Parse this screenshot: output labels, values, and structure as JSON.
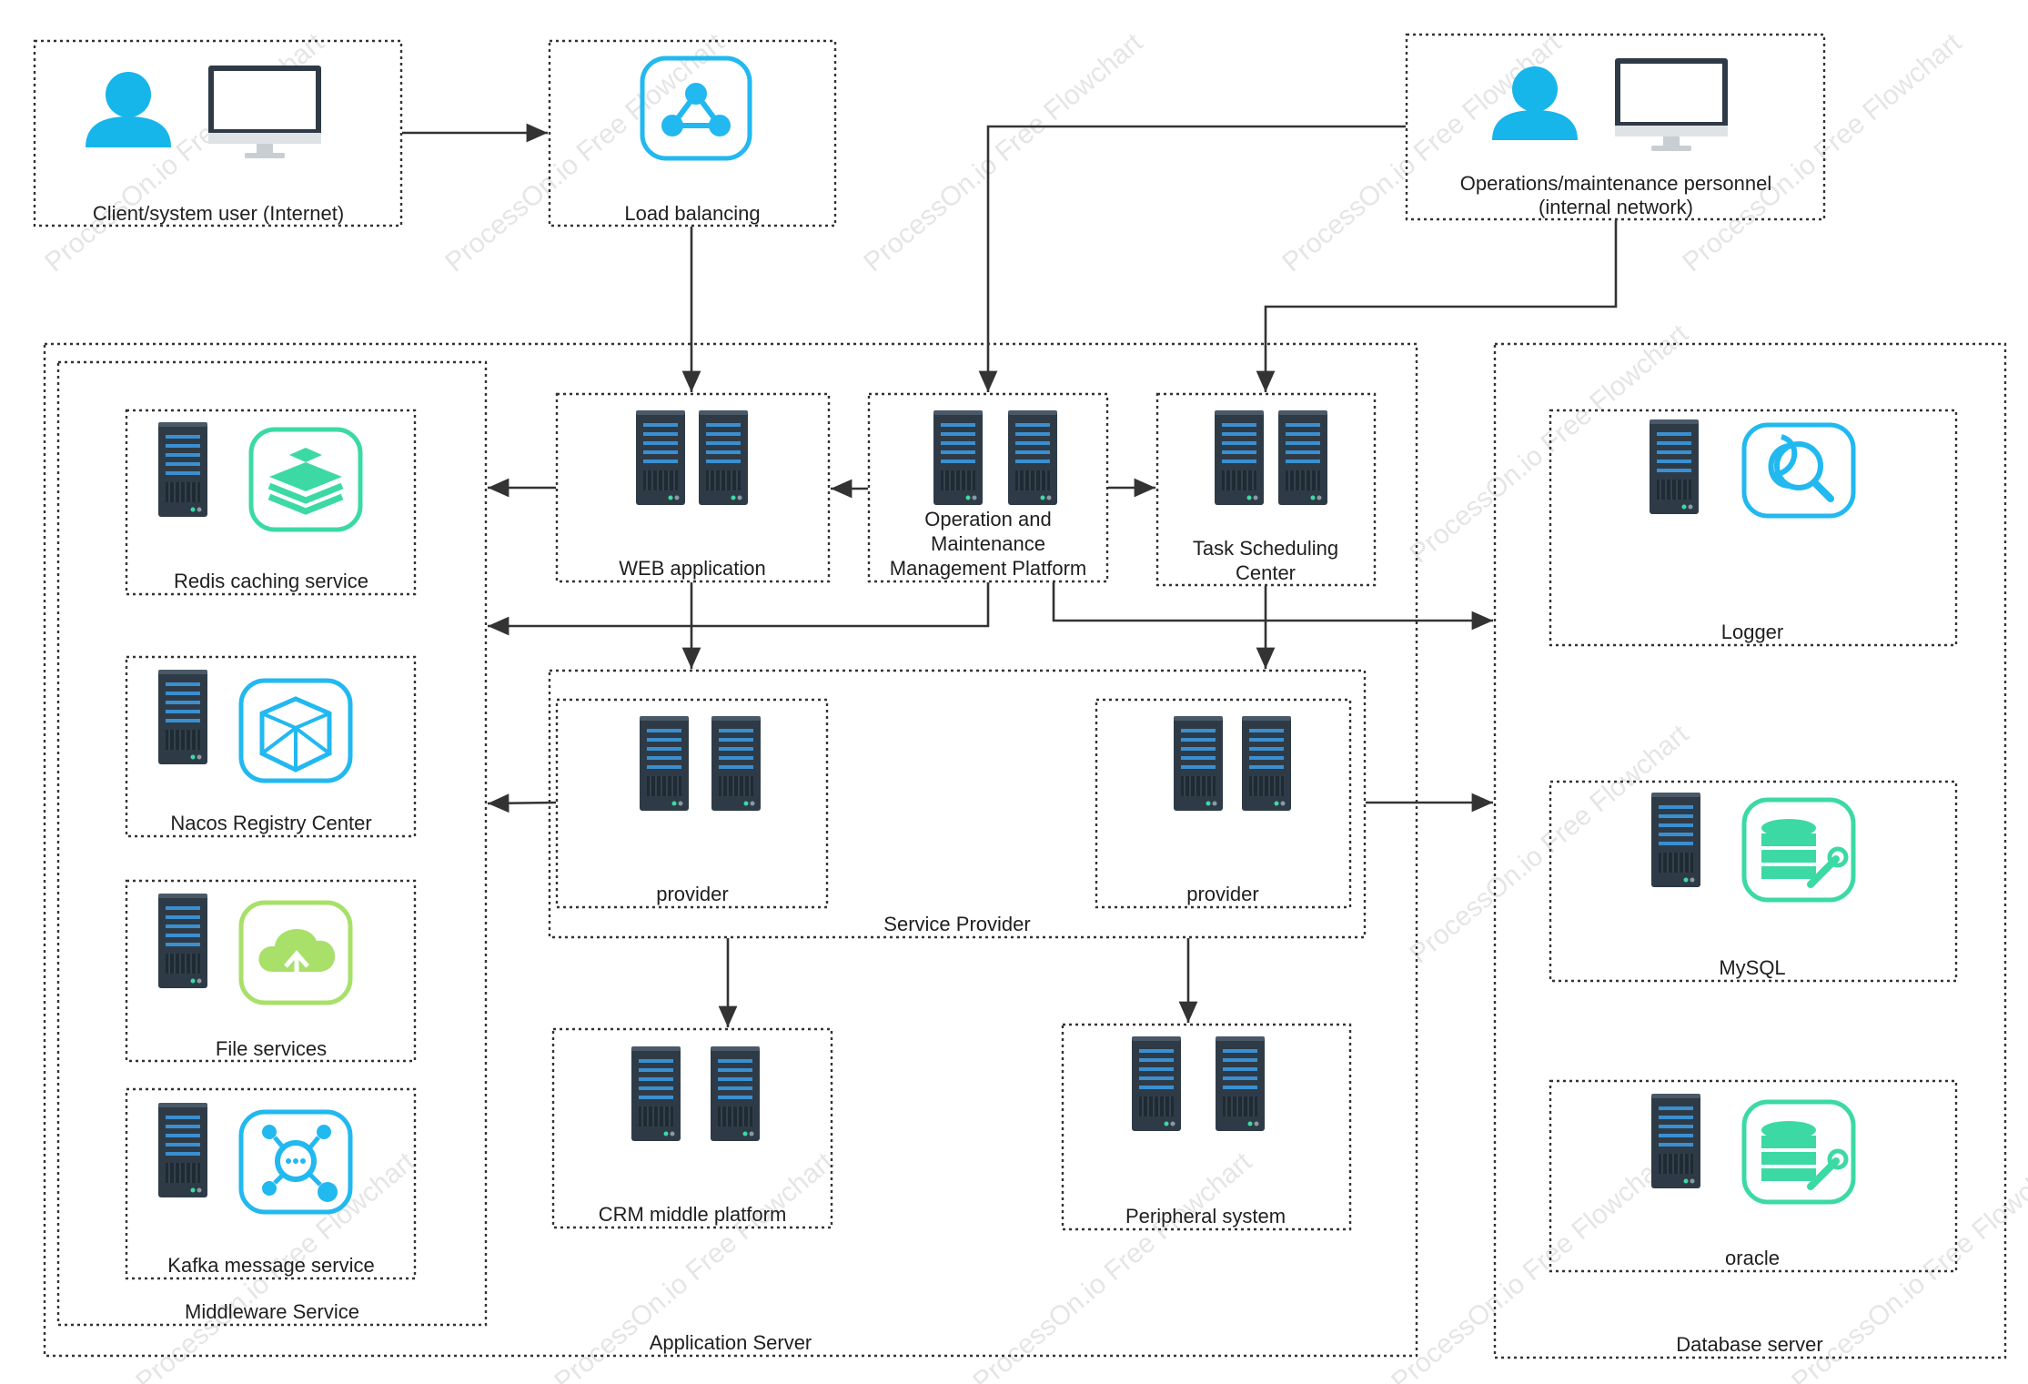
{
  "nodes": {
    "client": "Client/system user (Internet)",
    "load_balancing": "Load balancing",
    "ops_personnel": [
      "Operations/maintenance personnel",
      "(internal network)"
    ],
    "web_application": "WEB application",
    "ops_platform": [
      "Operation and",
      "Maintenance",
      "Management Platform"
    ],
    "task_scheduling": [
      "Task Scheduling",
      "Center"
    ],
    "redis": "Redis caching service",
    "nacos": "Nacos Registry Center",
    "file_services": "File services",
    "kafka": "Kafka message service",
    "middleware_service": "Middleware Service",
    "provider_left": "provider",
    "provider_right": "provider",
    "service_provider": "Service Provider",
    "crm": "CRM middle platform",
    "peripheral": "Peripheral system",
    "application_server": "Application Server",
    "logger": "Logger",
    "mysql": "MySQL",
    "oracle": "oracle",
    "database_server": "Database server"
  },
  "watermark": "ProcessOn.io Free Flowchart",
  "colors": {
    "person_blue": "#16B5EA",
    "server_dark": "#2E3B47",
    "server_stripe": "#3A8FD0",
    "service_blue": "#22B8F0",
    "service_green": "#3CD9A5",
    "file_green": "#A8E06A",
    "line": "#333333"
  }
}
